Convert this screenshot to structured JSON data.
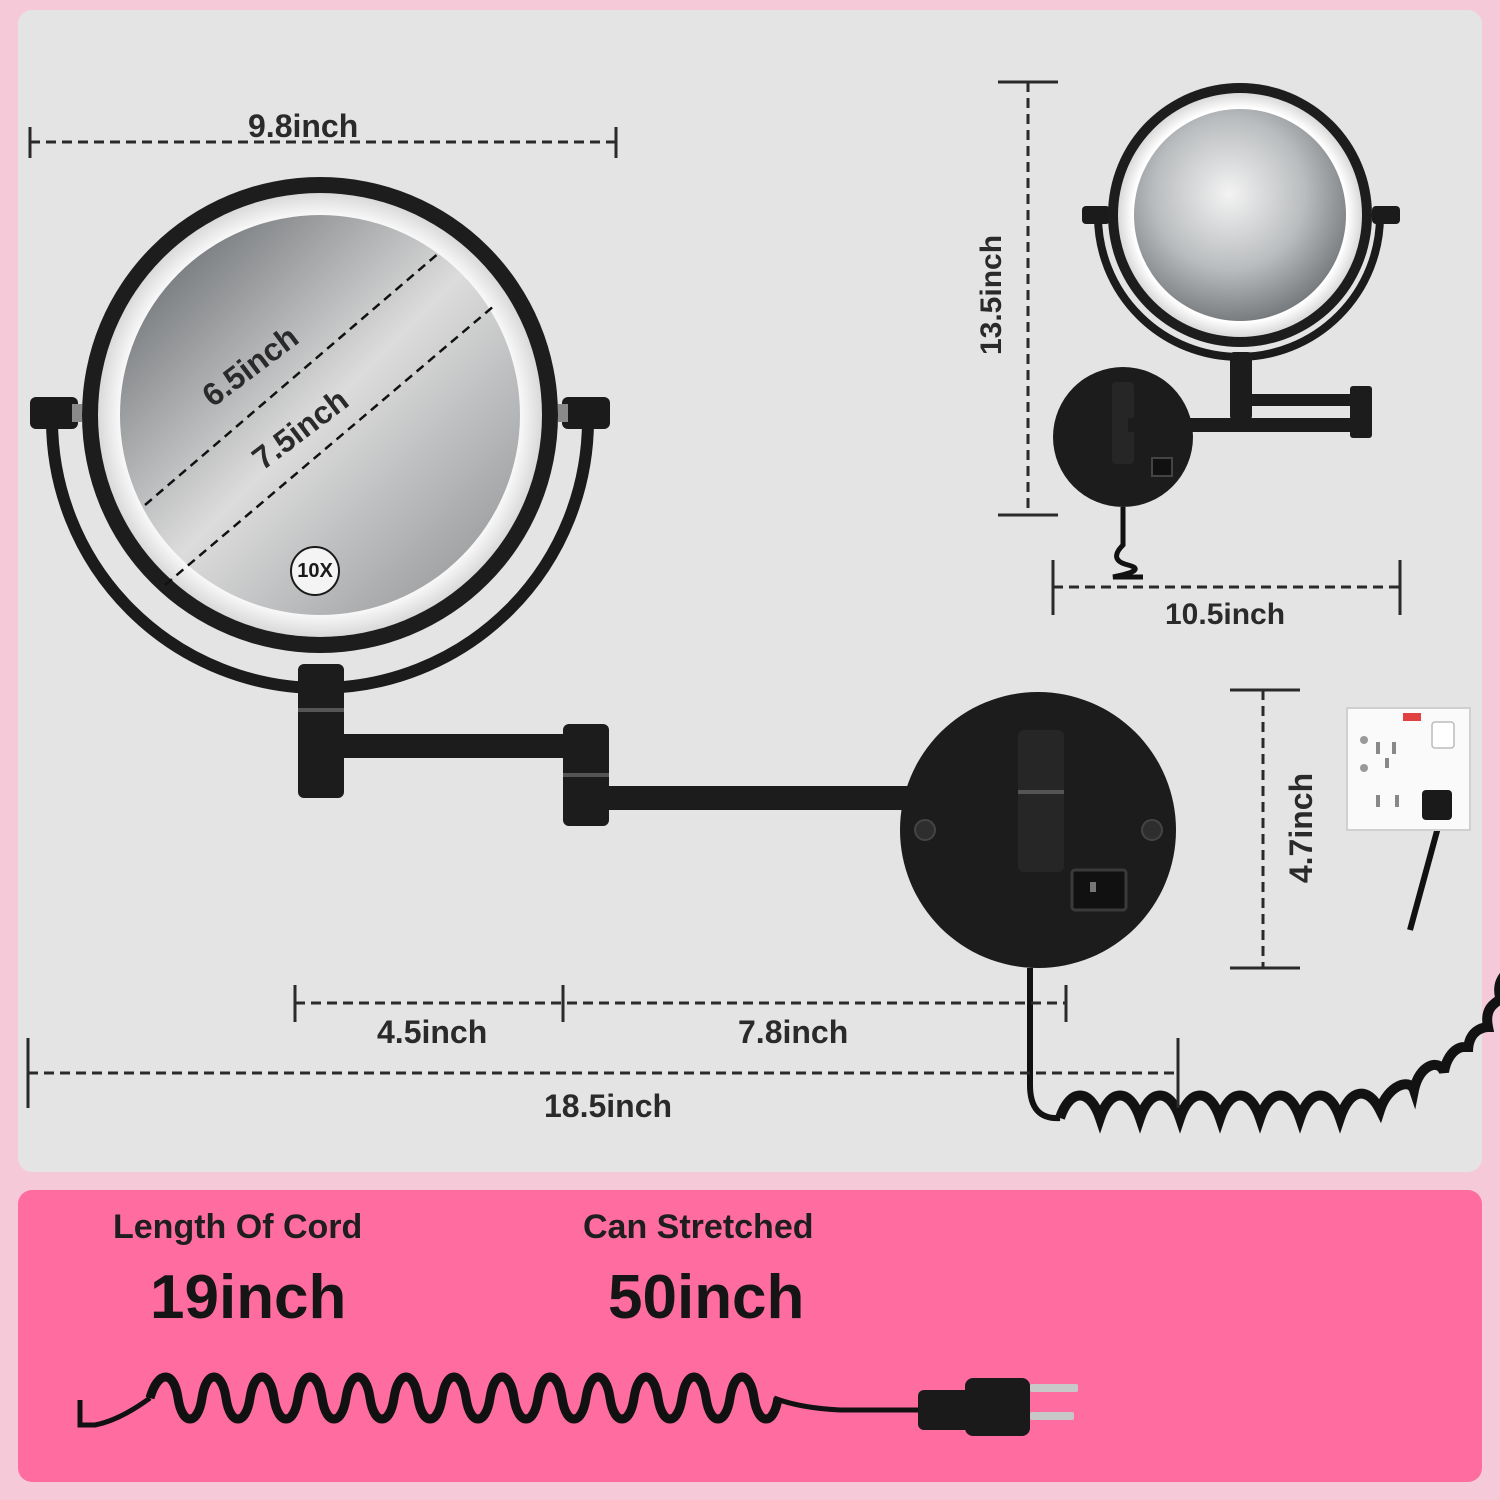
{
  "dimensions": {
    "mirror_width": "9.8inch",
    "mirror_inner_diameter": "6.5inch",
    "mirror_outer_diameter": "7.5inch",
    "magnification": "10X",
    "total_height": "13.5inch",
    "folded_width": "10.5inch",
    "base_height": "4.7inch",
    "arm_segment_1": "4.5inch",
    "arm_segment_2": "7.8inch",
    "total_extension": "18.5inch"
  },
  "cord": {
    "length_title": "Length Of Cord",
    "length_value": "19inch",
    "stretch_title": "Can Stretched",
    "stretch_value": "50inch"
  },
  "colors": {
    "background": "#f6c9d8",
    "panel": "#e4e4e4",
    "accent": "#ff6c9f",
    "metal": "#1c1c1c"
  }
}
